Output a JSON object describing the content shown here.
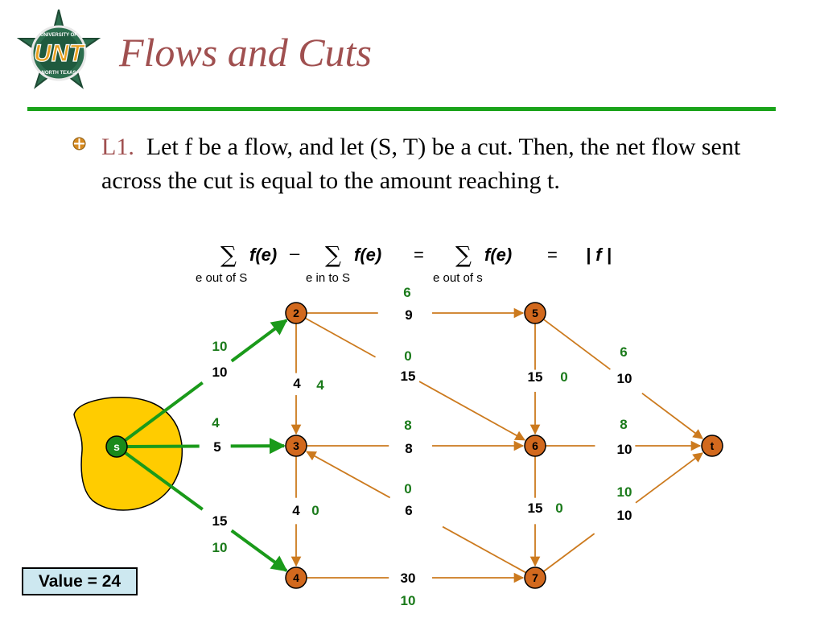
{
  "slide": {
    "title": "Flows and Cuts",
    "logo_text": "UNT",
    "logo_ring_top": "UNIVERSITY OF",
    "logo_ring_bottom": "NORTH TEXAS",
    "lemma_label": "L1.",
    "lemma_text": "Let f be a flow, and let (S, T) be a cut.  Then, the net flow sent across the cut is equal to the amount reaching t.",
    "value_label": "Value = 24"
  },
  "formula": {
    "term1_sub": "e out of S",
    "term2_sub": "e in to S",
    "term3_sub": "e out of s",
    "fe": "f(e)",
    "minus": "–",
    "equals": "=",
    "abs_f": "| f |"
  },
  "colors": {
    "title": "#a05050",
    "rule": "#1aa31a",
    "node_fill": "#d2691e",
    "edge": "#cc7a1e",
    "flow_edge": "#1a9a1a",
    "flow_label": "#1a7a1a",
    "cut_fill": "#ffcc00",
    "source_fill": "#1a8a1a",
    "value_box": "#cde8f0"
  },
  "nodes": [
    {
      "id": "s",
      "label": "s"
    },
    {
      "id": "2",
      "label": "2"
    },
    {
      "id": "3",
      "label": "3"
    },
    {
      "id": "4",
      "label": "4"
    },
    {
      "id": "5",
      "label": "5"
    },
    {
      "id": "6",
      "label": "6"
    },
    {
      "id": "7",
      "label": "7"
    },
    {
      "id": "t",
      "label": "t"
    }
  ],
  "edges": [
    {
      "from": "s",
      "to": "2",
      "capacity": "10",
      "flow": "10",
      "highlight": true
    },
    {
      "from": "s",
      "to": "3",
      "capacity": "5",
      "flow": "4",
      "highlight": true
    },
    {
      "from": "s",
      "to": "4",
      "capacity": "15",
      "flow": "10",
      "highlight": true
    },
    {
      "from": "2",
      "to": "5",
      "capacity": "9",
      "flow": "6",
      "highlight": false
    },
    {
      "from": "2",
      "to": "3",
      "capacity": "4",
      "flow": "4",
      "highlight": false
    },
    {
      "from": "2",
      "to": "6",
      "capacity": "15",
      "flow": "0",
      "highlight": false
    },
    {
      "from": "3",
      "to": "6",
      "capacity": "8",
      "flow": "8",
      "highlight": false
    },
    {
      "from": "3",
      "to": "4",
      "capacity": "4",
      "flow": "0",
      "highlight": false
    },
    {
      "from": "7",
      "to": "3",
      "capacity": "6",
      "flow": "0",
      "highlight": false
    },
    {
      "from": "4",
      "to": "7",
      "capacity": "30",
      "flow": "10",
      "highlight": false
    },
    {
      "from": "5",
      "to": "6",
      "capacity": "15",
      "flow": "0",
      "highlight": false
    },
    {
      "from": "5",
      "to": "t",
      "capacity": "10",
      "flow": "6",
      "highlight": false
    },
    {
      "from": "6",
      "to": "t",
      "capacity": "10",
      "flow": "8",
      "highlight": false
    },
    {
      "from": "6",
      "to": "7",
      "capacity": "15",
      "flow": "0",
      "highlight": false
    },
    {
      "from": "7",
      "to": "t",
      "capacity": "10",
      "flow": "10",
      "highlight": false
    }
  ]
}
